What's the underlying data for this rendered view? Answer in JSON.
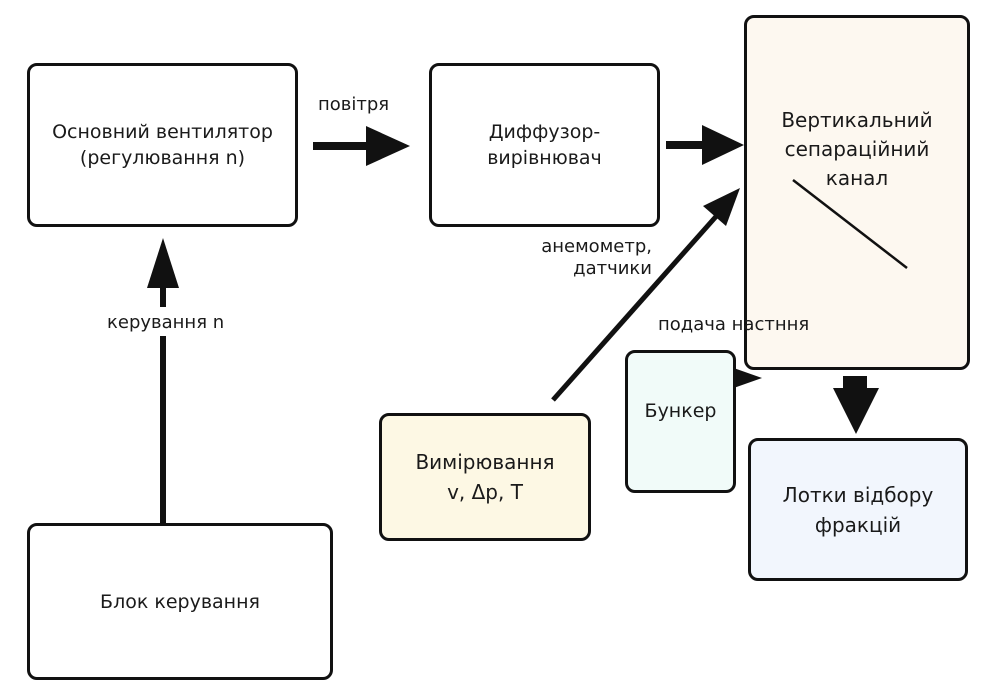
{
  "diagram": {
    "nodes": {
      "fan": {
        "line1": "Основний вентилятор",
        "line2": "(регулювання n)"
      },
      "diffuser": {
        "line1": "Диффузор-",
        "line2": "вирівнювач"
      },
      "channel": {
        "line1": "Вертикальний",
        "line2": "сепараційний",
        "line3": "канал"
      },
      "control": {
        "line1": "Блок керування"
      },
      "measure": {
        "line1": "Вимірювання",
        "line2": "v, Δp, T"
      },
      "bunker": {
        "line1": "Бункер"
      },
      "trays": {
        "line1": "Лотки відбору",
        "line2": "фракцій"
      }
    },
    "edges": {
      "air": "повітря",
      "control_n": "керування n",
      "sensors_line1": "анемометр,",
      "sensors_line2": "датчики",
      "seed_feed": "подача настння"
    },
    "colors": {
      "channel_fill": "#fdf8f0",
      "measure_fill": "#fdf8e4",
      "bunker_fill": "#f1fbf9",
      "trays_fill": "#f2f6fd",
      "stroke": "#111111"
    }
  }
}
